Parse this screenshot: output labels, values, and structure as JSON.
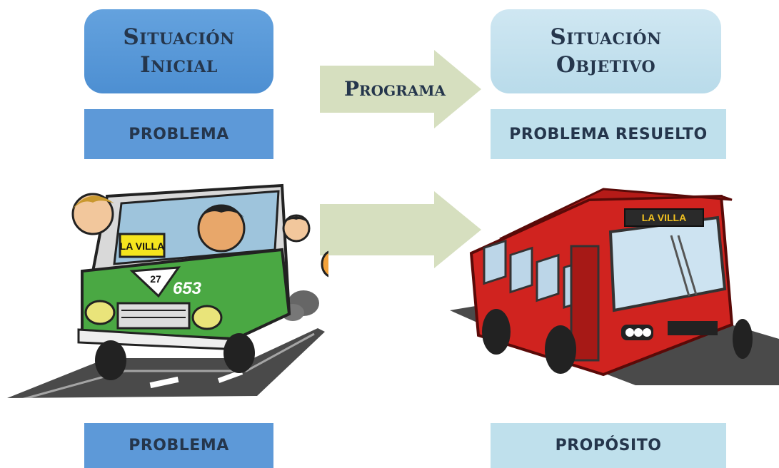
{
  "situacion_inicial": {
    "line1": "Situación",
    "line2": "Inicial"
  },
  "situacion_objetivo": {
    "line1": "Situación",
    "line2": "Objetivo"
  },
  "programa": "Programa",
  "labels": {
    "problema_top": "problema",
    "problema_resuelto": "problema resuelto",
    "problema_bottom": "problema",
    "proposito": "propósito"
  },
  "microbus": {
    "route_sign": "LA VILLA",
    "number": "653",
    "route_number": "27"
  },
  "bus": {
    "destination_sign": "LA VILLA"
  },
  "colors": {
    "initial_box": "#5d99d8",
    "objective_box": "#bfe0ec",
    "arrow": "#d6dfbf",
    "microbus_green": "#4aa843",
    "bus_red": "#d0231f"
  }
}
